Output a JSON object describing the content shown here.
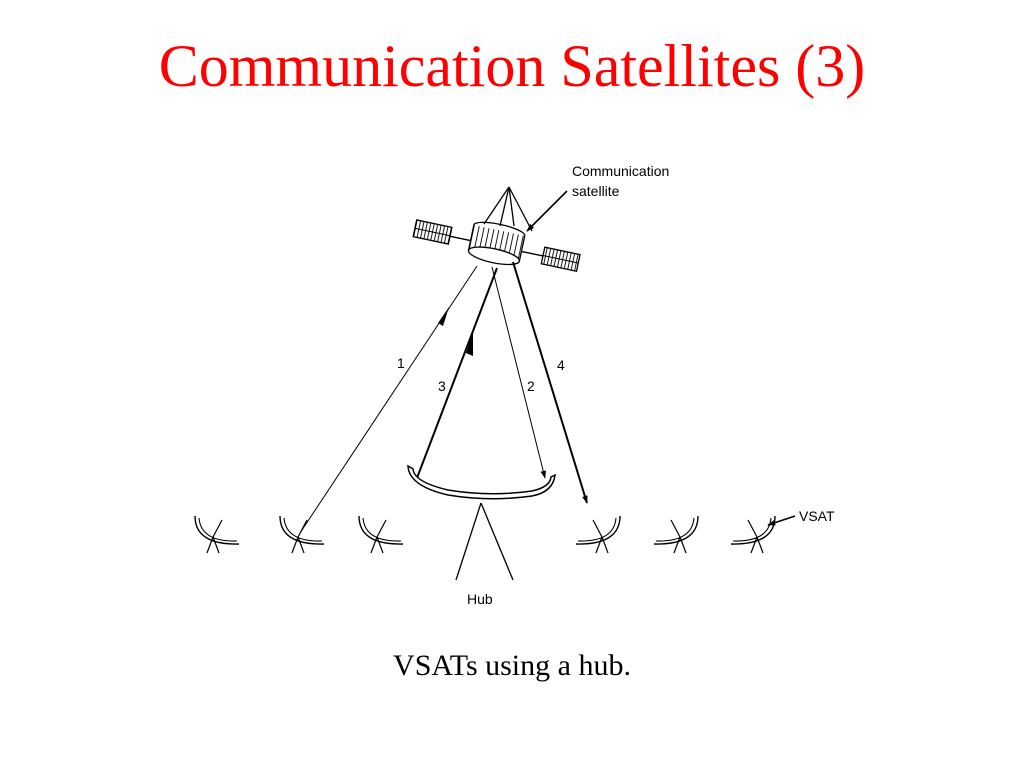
{
  "slide": {
    "title": "Communication Satellites (3)",
    "title_color": "#ff0000",
    "caption": "VSATs using a hub."
  },
  "diagram": {
    "satellite_label_line1": "Communication",
    "satellite_label_line2": "satellite",
    "vsat_label": "VSAT",
    "hub_label": "Hub",
    "path_labels": {
      "p1": "1",
      "p2": "2",
      "p3": "3",
      "p4": "4"
    },
    "icons": {
      "satellite": "satellite-icon",
      "hub": "hub-dish-icon",
      "vsat": "vsat-dish-icon"
    }
  }
}
